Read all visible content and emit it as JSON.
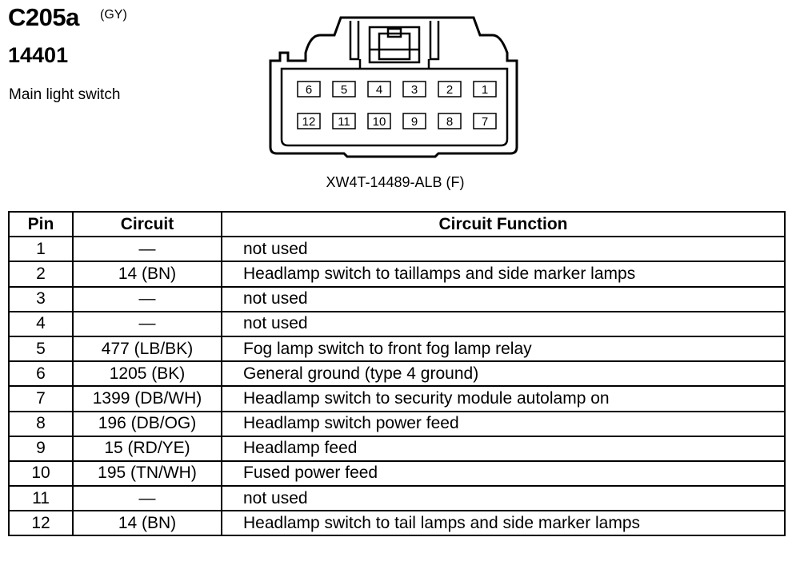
{
  "header": {
    "connector_code": "C205a",
    "connector_color": "(GY)",
    "part_number": "14401",
    "description": "Main light switch"
  },
  "connector": {
    "part_label": "XW4T-14489-ALB (F)",
    "top_row_pins": [
      "6",
      "5",
      "4",
      "3",
      "2",
      "1"
    ],
    "bottom_row_pins": [
      "12",
      "11",
      "10",
      "9",
      "8",
      "7"
    ]
  },
  "table": {
    "headers": [
      "Pin",
      "Circuit",
      "Circuit Function"
    ],
    "rows": [
      {
        "pin": "1",
        "circuit": "—",
        "function": "not used"
      },
      {
        "pin": "2",
        "circuit": "14 (BN)",
        "function": "Headlamp switch to taillamps and side marker lamps"
      },
      {
        "pin": "3",
        "circuit": "—",
        "function": "not used"
      },
      {
        "pin": "4",
        "circuit": "—",
        "function": "not used"
      },
      {
        "pin": "5",
        "circuit": "477 (LB/BK)",
        "function": "Fog lamp switch to front fog lamp relay"
      },
      {
        "pin": "6",
        "circuit": "1205 (BK)",
        "function": "General ground (type 4 ground)"
      },
      {
        "pin": "7",
        "circuit": "1399 (DB/WH)",
        "function": "Headlamp switch to security module autolamp on"
      },
      {
        "pin": "8",
        "circuit": "196 (DB/OG)",
        "function": "Headlamp switch power feed"
      },
      {
        "pin": "9",
        "circuit": "15 (RD/YE)",
        "function": "Headlamp feed"
      },
      {
        "pin": "10",
        "circuit": "195 (TN/WH)",
        "function": "Fused power feed"
      },
      {
        "pin": "11",
        "circuit": "—",
        "function": "not used"
      },
      {
        "pin": "12",
        "circuit": "14 (BN)",
        "function": "Headlamp switch to tail lamps and side marker lamps"
      }
    ]
  }
}
